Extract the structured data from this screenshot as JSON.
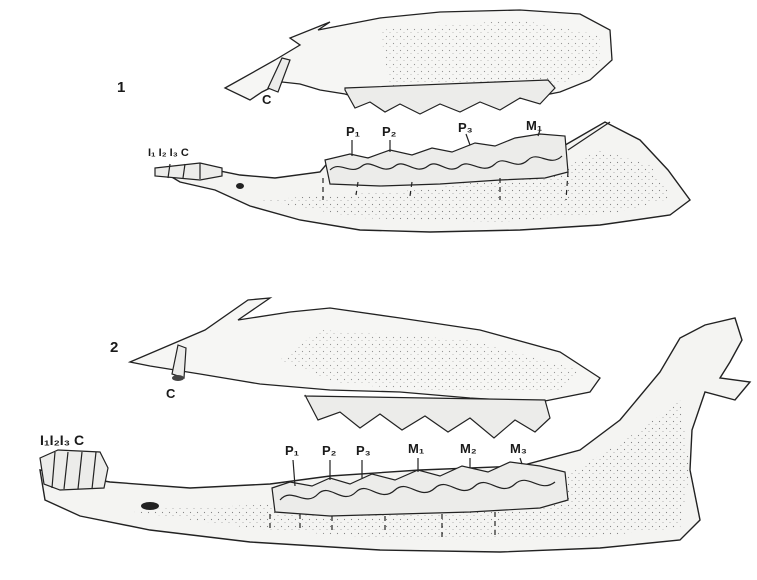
{
  "figure1": {
    "number": "1",
    "upper_canine": "C",
    "incisor_labels": "I₁ I₂ I₃ C",
    "tooth_labels": [
      "P₁",
      "P₂",
      "P₃",
      "M₁"
    ]
  },
  "figure2": {
    "number": "2",
    "upper_canine": "C",
    "incisor_labels": "I₁I₂I₃ C",
    "tooth_labels": [
      "P₁",
      "P₂",
      "P₃",
      "M₁",
      "M₂",
      "M₃"
    ]
  }
}
